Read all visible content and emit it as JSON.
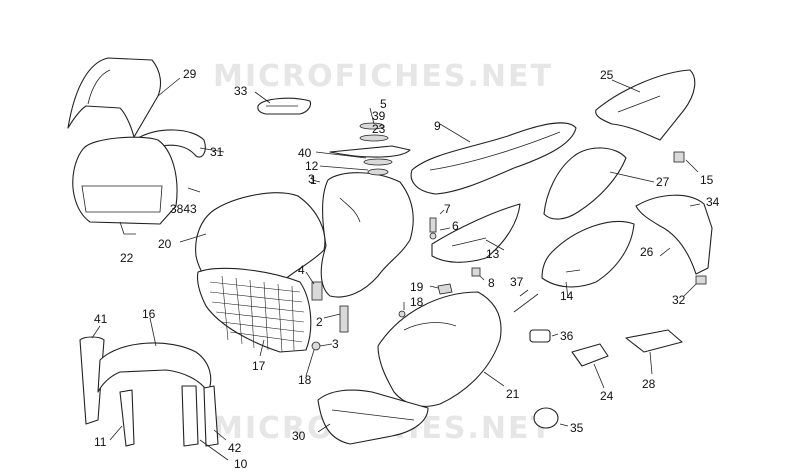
{
  "watermark": {
    "text_top": "MICROFICHES.NET",
    "text_bottom": "MICROFICHES.NET"
  },
  "colors": {
    "line": "#222222",
    "watermark": "#e6e6e6",
    "background": "#ffffff"
  },
  "callouts": [
    {
      "id": "c29",
      "label": "29"
    },
    {
      "id": "c33",
      "label": "33"
    },
    {
      "id": "c5",
      "label": "5"
    },
    {
      "id": "c39",
      "label": "39"
    },
    {
      "id": "c23",
      "label": "23"
    },
    {
      "id": "c9",
      "label": "9"
    },
    {
      "id": "c25",
      "label": "25"
    },
    {
      "id": "c31",
      "label": "31"
    },
    {
      "id": "c40",
      "label": "40"
    },
    {
      "id": "c12",
      "label": "12"
    },
    {
      "id": "c3",
      "label": "3"
    },
    {
      "id": "c1",
      "label": "1"
    },
    {
      "id": "c15",
      "label": "15"
    },
    {
      "id": "c27",
      "label": "27"
    },
    {
      "id": "c3843",
      "label": "3843"
    },
    {
      "id": "c7",
      "label": "7"
    },
    {
      "id": "c6",
      "label": "6"
    },
    {
      "id": "c34",
      "label": "34"
    },
    {
      "id": "c20",
      "label": "20"
    },
    {
      "id": "c13",
      "label": "13"
    },
    {
      "id": "c22",
      "label": "22"
    },
    {
      "id": "c4",
      "label": "4"
    },
    {
      "id": "c26",
      "label": "26"
    },
    {
      "id": "c8",
      "label": "8"
    },
    {
      "id": "c37",
      "label": "37"
    },
    {
      "id": "c19",
      "label": "19"
    },
    {
      "id": "c18a",
      "label": "18"
    },
    {
      "id": "c14",
      "label": "14"
    },
    {
      "id": "c32",
      "label": "32"
    },
    {
      "id": "c41",
      "label": "41"
    },
    {
      "id": "c16",
      "label": "16"
    },
    {
      "id": "c2",
      "label": "2"
    },
    {
      "id": "c36",
      "label": "36"
    },
    {
      "id": "c3b",
      "label": "3"
    },
    {
      "id": "c17",
      "label": "17"
    },
    {
      "id": "c18b",
      "label": "18"
    },
    {
      "id": "c21",
      "label": "21"
    },
    {
      "id": "c24",
      "label": "24"
    },
    {
      "id": "c28",
      "label": "28"
    },
    {
      "id": "c11",
      "label": "11"
    },
    {
      "id": "c30",
      "label": "30"
    },
    {
      "id": "c35",
      "label": "35"
    },
    {
      "id": "c42",
      "label": "42"
    },
    {
      "id": "c10",
      "label": "10"
    }
  ]
}
